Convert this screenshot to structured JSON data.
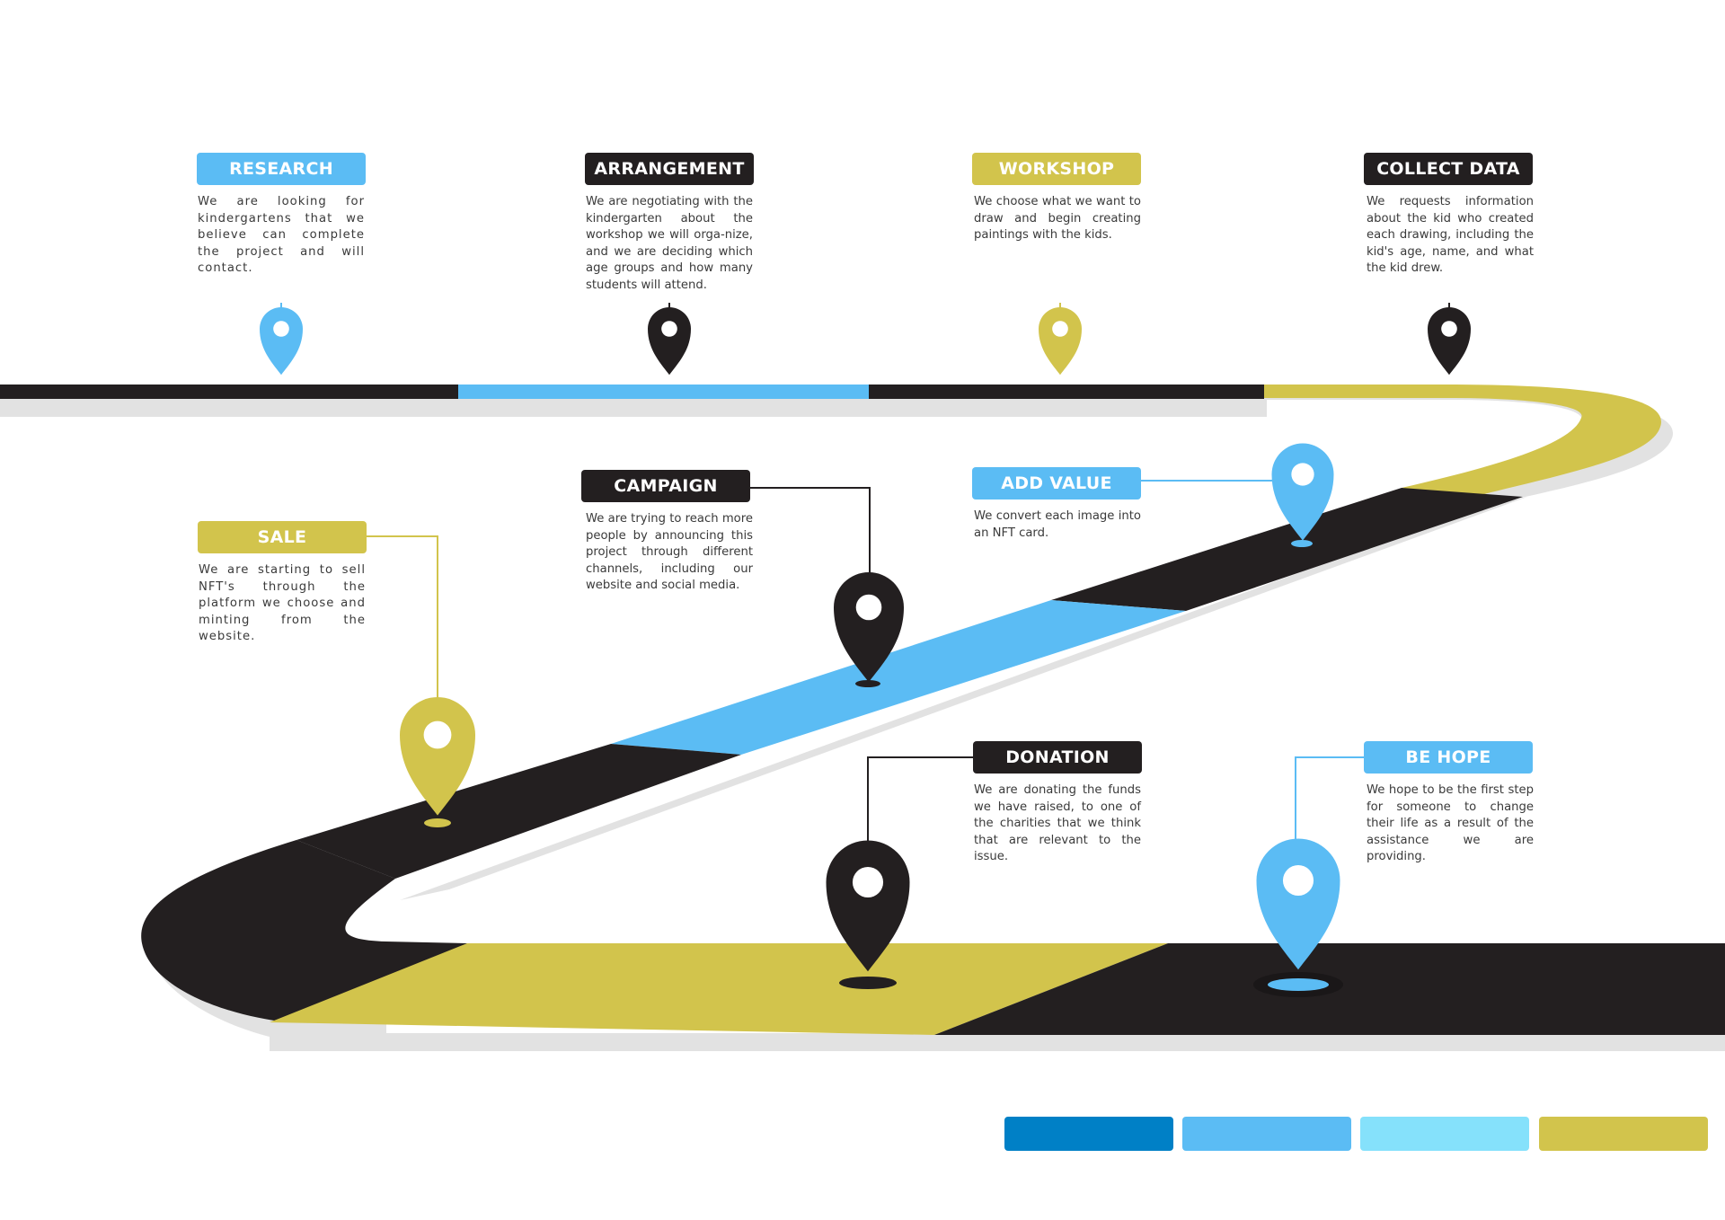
{
  "colors": {
    "blue": "#5bbcf4",
    "black": "#231f20",
    "olive": "#d2c44c",
    "gray_shadow": "#dcdcdc"
  },
  "steps": [
    {
      "key": "research",
      "title": "RESEARCH",
      "color": "#5bbcf4",
      "text": "We are looking for kindergartens that we believe can complete the project and will contact."
    },
    {
      "key": "arrangement",
      "title": "ARRANGEMENT",
      "color": "#231f20",
      "text": "We are negotiating with the kindergarten about the workshop we will orga-nize, and we are deciding which age groups and how many students will attend."
    },
    {
      "key": "workshop",
      "title": "WORKSHOP",
      "color": "#d2c44c",
      "text": "We choose what we want to draw and begin creating paintings with the kids."
    },
    {
      "key": "collect-data",
      "title": "COLLECT DATA",
      "color": "#231f20",
      "text": "We requests information about the kid who created each drawing, including the kid's age, name, and what the kid drew."
    },
    {
      "key": "campaign",
      "title": "CAMPAIGN",
      "color": "#231f20",
      "text": "We are trying to reach more people by announcing this project through different channels, including our website and social media."
    },
    {
      "key": "add-value",
      "title": "ADD VALUE",
      "color": "#5bbcf4",
      "text": "We convert each image into an NFT card."
    },
    {
      "key": "sale",
      "title": "SALE",
      "color": "#d2c44c",
      "text": "We are starting to sell NFT's through the platform we choose and minting from the website."
    },
    {
      "key": "donation",
      "title": "DONATION",
      "color": "#231f20",
      "text": "We are donating the funds we have raised, to one of the charities that we think that are relevant to the issue."
    },
    {
      "key": "be-hope",
      "title": "BE HOPE",
      "color": "#5bbcf4",
      "text": "We hope to be the first step for someone to change their life as a result of the assistance we are providing."
    }
  ],
  "swatches": [
    "#0080c6",
    "#5bbcf4",
    "#85e1fb",
    "#d2c44c"
  ]
}
